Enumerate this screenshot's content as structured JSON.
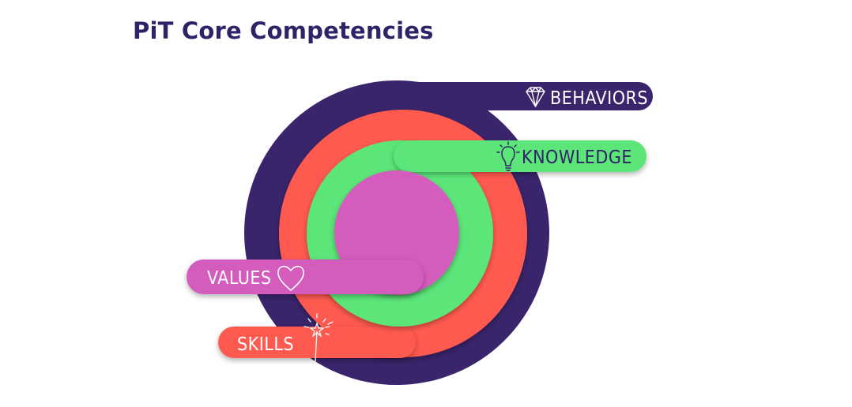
{
  "title": "PiT Core Competencies",
  "colors": {
    "title": "#2f2266",
    "behaviors": "#3a246b",
    "skills": "#ff5a4f",
    "knowledge": "#5ce67a",
    "values": "#d45cbd",
    "label_light": "#ffffff",
    "label_dark": "#2f2266"
  },
  "competencies": [
    {
      "key": "behaviors",
      "label": "BEHAVIORS",
      "icon": "diamond-icon"
    },
    {
      "key": "knowledge",
      "label": "KNOWLEDGE",
      "icon": "lightbulb-icon"
    },
    {
      "key": "values",
      "label": "VALUES",
      "icon": "heart-icon"
    },
    {
      "key": "skills",
      "label": "SKILLS",
      "icon": "magic-wand-icon"
    }
  ]
}
